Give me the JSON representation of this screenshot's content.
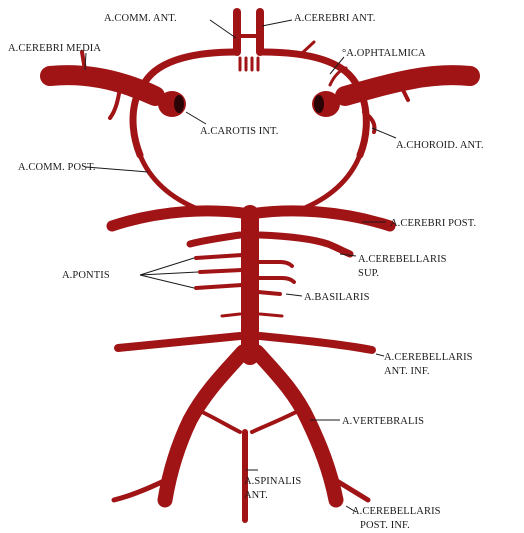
{
  "diagram": {
    "vessel_color": "#a01416",
    "labels": {
      "comm_ant": "A.COMM. ANT.",
      "cerebri_ant": "A.CEREBRI ANT.",
      "cerebri_media": "A.CEREBRI MEDIA",
      "ophtalmica": "°A.OPHTALMICA",
      "carotis_int": "A.CAROTIS INT.",
      "choroid_ant": "A.CHOROID. ANT.",
      "comm_post": "A.COMM. POST.",
      "cerebri_post": "A.CEREBRI POST.",
      "pontis": "A.PONTIS",
      "cerebellaris_sup_1": "A.CEREBELLARIS",
      "cerebellaris_sup_2": "SUP.",
      "basilaris": "A.BASILARIS",
      "cerebellaris_ant_inf_1": "A.CEREBELLARIS",
      "cerebellaris_ant_inf_2": "ANT. INF.",
      "vertebralis": "A.VERTEBRALIS",
      "spinalis_ant_1": "A.SPINALIS",
      "spinalis_ant_2": "ANT.",
      "cerebellaris_post_inf_1": "A.CEREBELLARIS",
      "cerebellaris_post_inf_2": "POST. INF."
    }
  }
}
